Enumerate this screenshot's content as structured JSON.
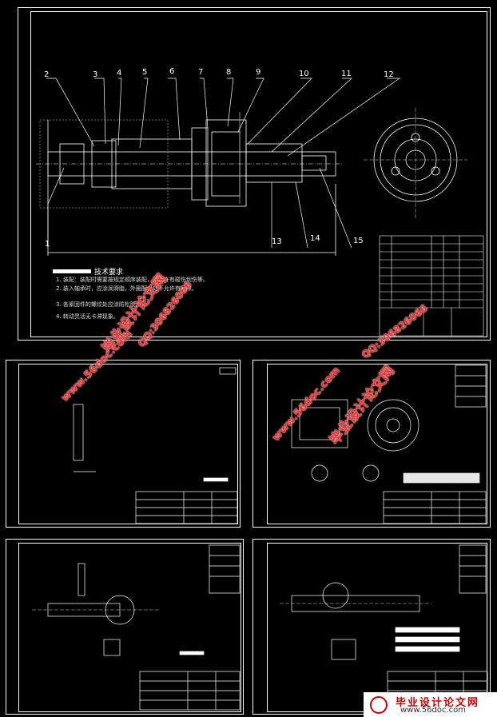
{
  "callouts": [
    "2",
    "3",
    "4",
    "5",
    "6",
    "7",
    "8",
    "9",
    "10",
    "11",
    "12",
    "1",
    "13",
    "14",
    "15"
  ],
  "tech_title": "技术要求",
  "tech_lines": [
    "1. 装配：装配时需要按规定顺序装配，不允许有碰伤划伤等。",
    "2. 装入轴承时，应涂润滑脂，外圈配合处不允许有间隙。",
    "3. 各紧固件的螺纹处应涂防松胶。",
    "4. 转动灵活无卡滞现象。"
  ],
  "watermarks": {
    "site": "www.56doc.com",
    "brand": "毕业设计论文网",
    "qq": "QQ:306826066"
  },
  "footer": {
    "brand": "毕业设计论文网",
    "site": "www.56doc.com"
  },
  "colors": {
    "line": "#ffffff",
    "watermark": "#ff2a2a",
    "background": "#000000"
  }
}
